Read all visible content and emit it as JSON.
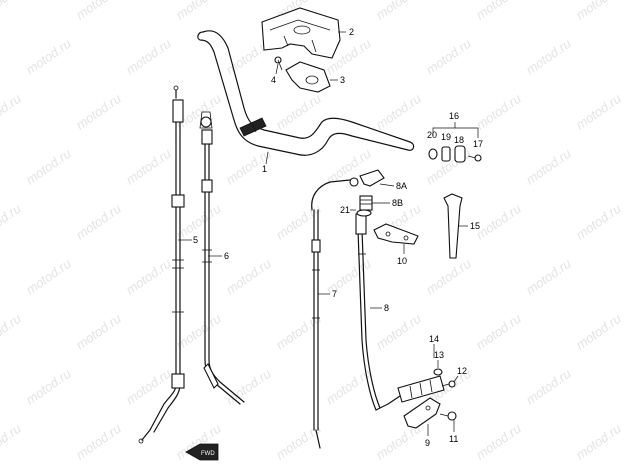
{
  "diagram": {
    "watermark": "motod.ru",
    "fwd_label": "FWD",
    "callouts": {
      "p1": "1",
      "p2": "2",
      "p3": "3",
      "p4": "4",
      "p5": "5",
      "p6": "6",
      "p7": "7",
      "p8": "8",
      "p8a": "8A",
      "p8b": "8B",
      "p9": "9",
      "p10": "10",
      "p11": "11",
      "p12": "12",
      "p13": "13",
      "p14": "14",
      "p15": "15",
      "p16": "16",
      "p17": "17",
      "p18": "18",
      "p19": "19",
      "p20": "20",
      "p21": "21"
    }
  }
}
